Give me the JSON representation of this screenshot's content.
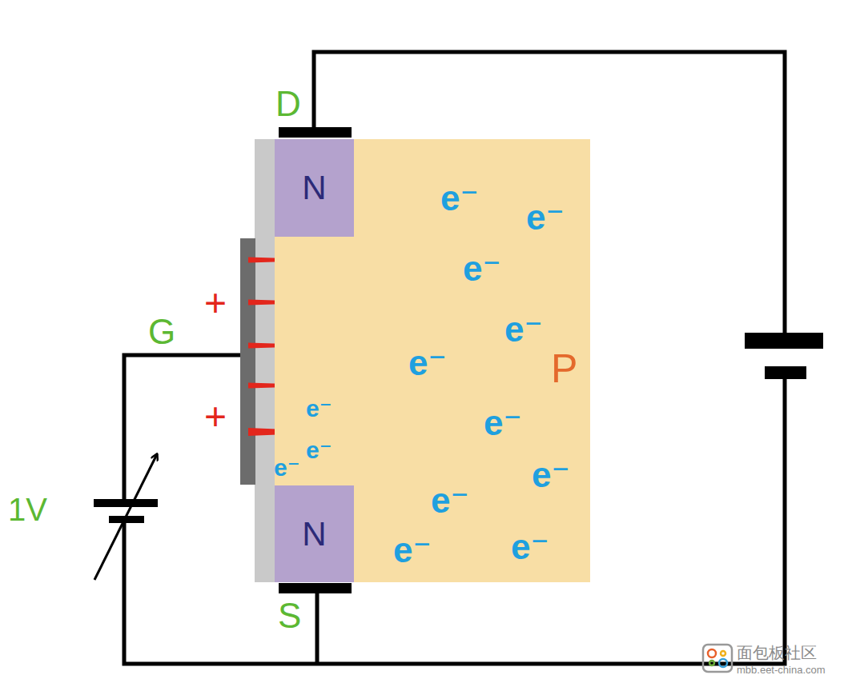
{
  "diagram": {
    "nodes": [
      {
        "text": [
          "P"
        ]
      },
      {
        "text": [
          "N"
        ],
        "in": 0
      },
      {
        "text": [
          "N"
        ],
        "in": 0
      }
    ],
    "labels": [
      "D",
      "G",
      "S",
      "1V",
      "+",
      "+",
      "e⁻",
      "e⁻",
      "e⁻",
      "e⁻",
      "e⁻",
      "e⁻",
      "e⁻",
      "e⁻",
      "e⁻",
      "e⁻",
      "e⁻",
      "e⁻",
      "e⁻",
      "面包板社区",
      "mbb.eet-china.com"
    ]
  }
}
